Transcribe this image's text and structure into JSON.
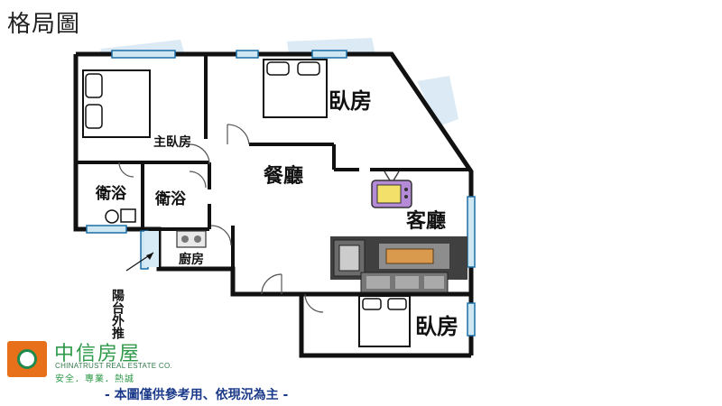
{
  "title": "格局圖",
  "rooms": {
    "master_bedroom": "主臥房",
    "bedroom_top": "臥房",
    "bathroom_left": "衛浴",
    "bathroom_right": "衛浴",
    "kitchen": "廚房",
    "dining": "餐廳",
    "living": "客廳",
    "bedroom_bottom": "臥房",
    "balcony": "陽台外推"
  },
  "brand": {
    "name": "中信房屋",
    "english": "CHINATRUST REAL ESTATE CO.",
    "slogan": "安全．專業．熱誠"
  },
  "disclaimer": "- 本圖僅供參考用、依現況為主 -",
  "colors": {
    "wall": "#111111",
    "window": "#3aa6d8",
    "window_light": "#cfe6f3",
    "brand_green": "#2f9a4a",
    "brand_orange": "#e8701a",
    "disclaimer_blue": "#1b3a8a"
  }
}
